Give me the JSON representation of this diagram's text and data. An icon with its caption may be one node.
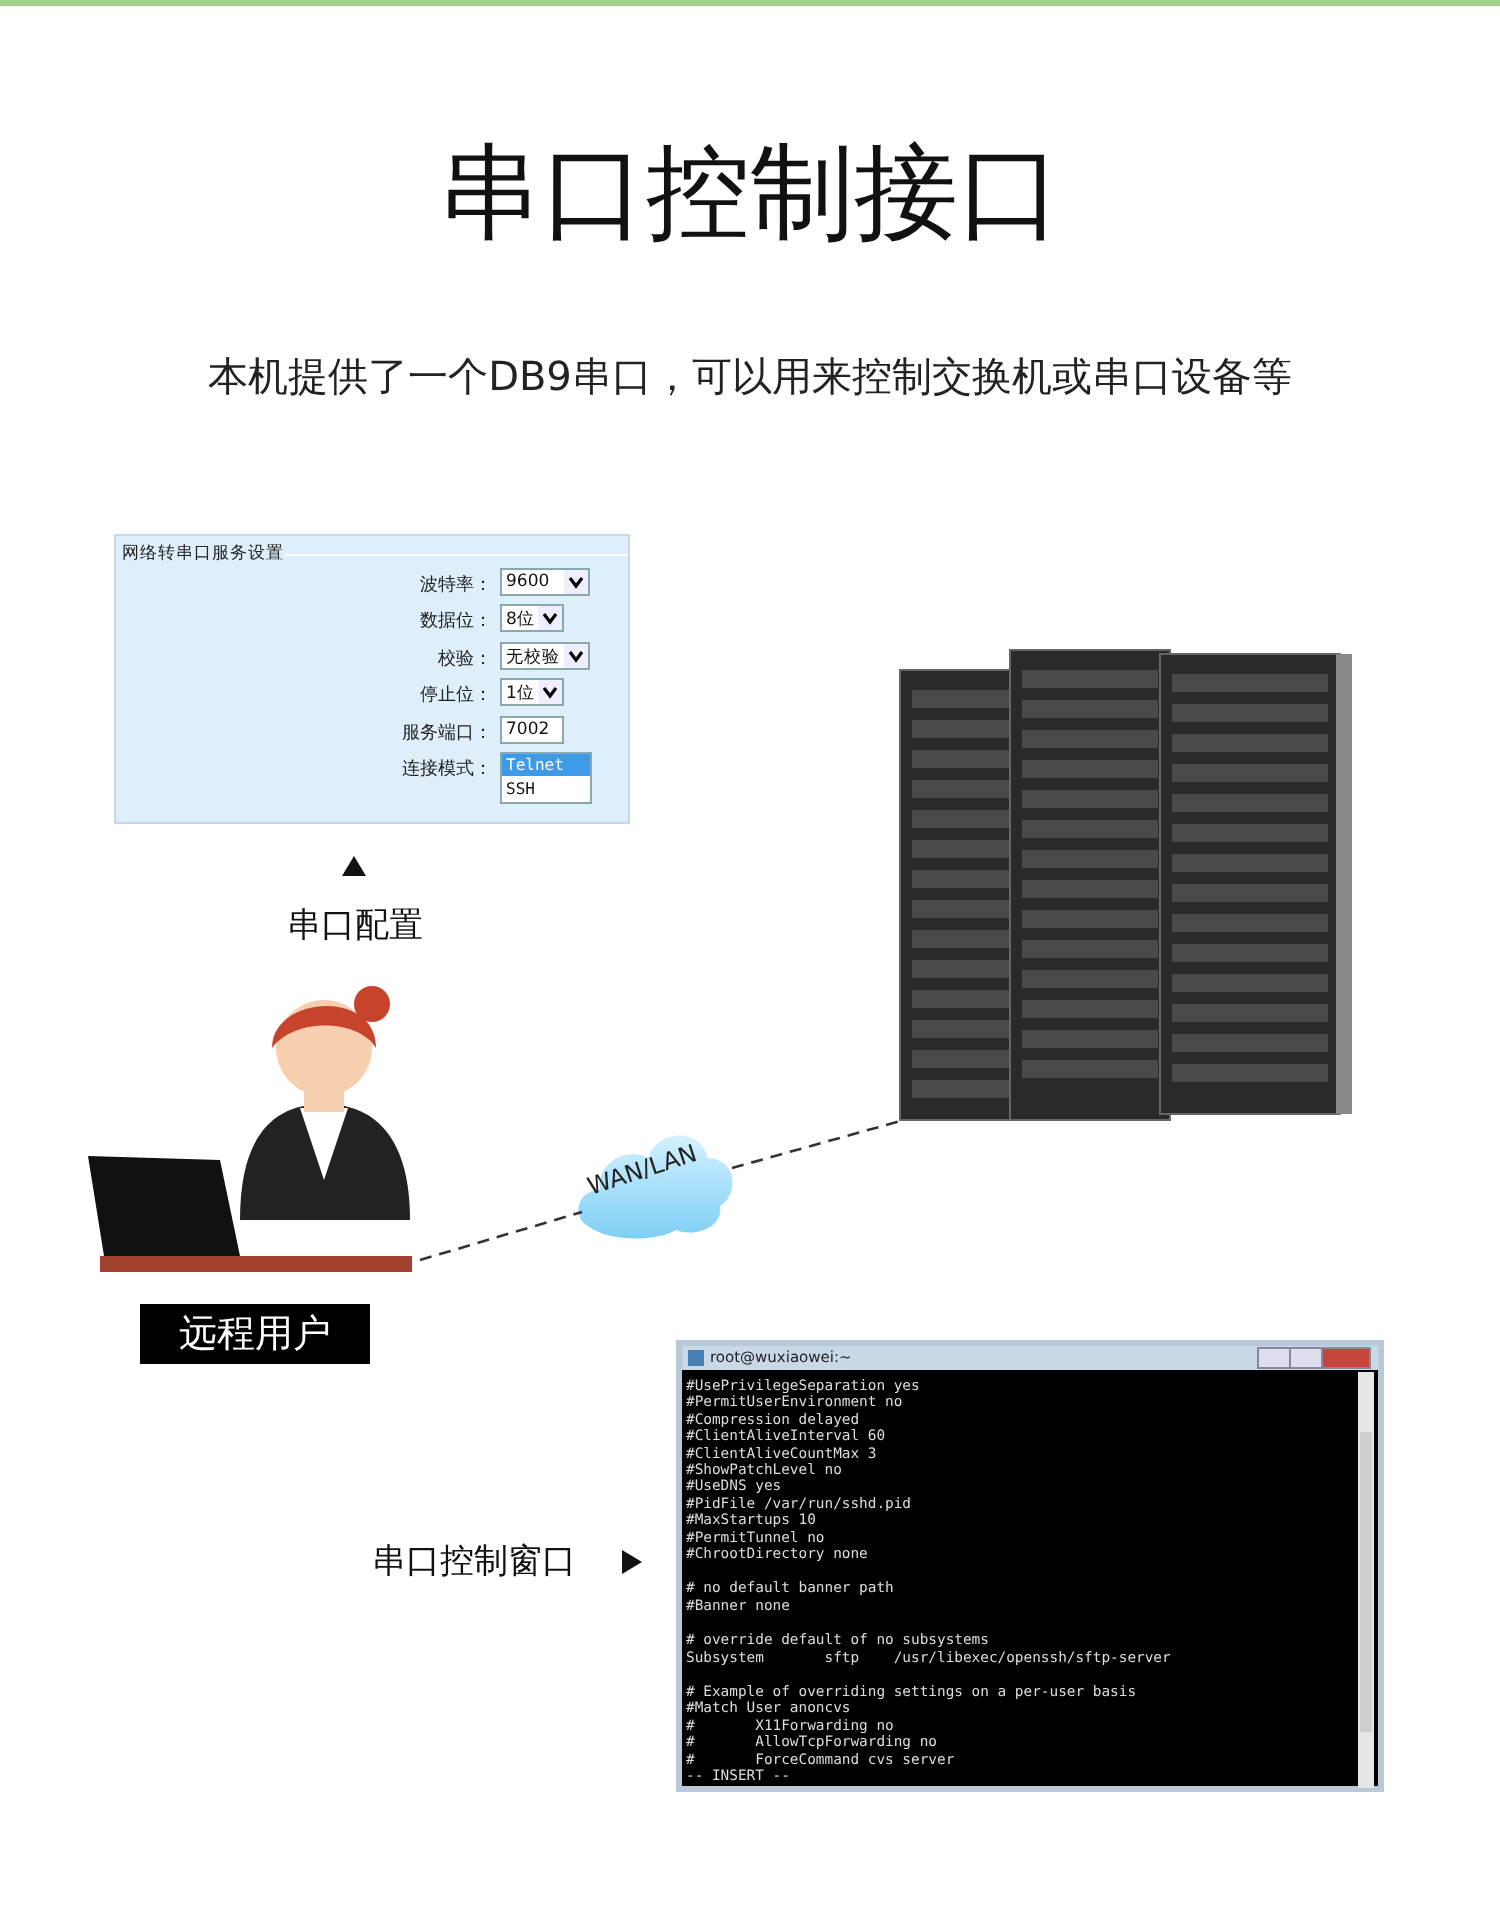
{
  "diagram": {
    "title": "串口控制接口",
    "nodes": [
      {
        "text": [
          "网络转串口服务设置",
          "波特率：",
          "9600",
          "数据位：",
          "8位",
          "校验：",
          "无校验",
          "停止位：",
          "1位",
          "服务端口：",
          "7002",
          "连接模式：",
          "Telnet",
          "SSH"
        ]
      },
      {
        "text": [],
        "shape": "person",
        "beside": [
          "远程用户"
        ]
      },
      {
        "text": [
          "WAN/LAN"
        ]
      },
      {
        "text": [],
        "shape": "picture"
      },
      {
        "text": [
          "root@wuxiaowei:~",
          "#UsePrivilegeSeparation yes",
          "#PermitUserEnvironment no",
          "#Compression delayed",
          "#ClientAliveInterval 60",
          "#ClientAliveCountMax 3",
          "#ShowPatchLevel no",
          "#UseDNS yes",
          "#PidFile /var/run/sshd.pid",
          "#MaxStartups 10",
          "#PermitTunnel no",
          "#ChrootDirectory none",
          "# no default banner path",
          "#Banner none",
          "# override default of no subsystems",
          "Subsystem       sftp    /usr/libexec/openssh/sftp-server",
          "# Example of overriding settings on a per-user basis",
          "#Match User anoncvs",
          "#       X11Forwarding no",
          "#       AllowTcpForwarding no",
          "#       ForceCommand cvs server",
          "-- INSERT --"
        ],
        "beside": [
          "串口控制窗口"
        ]
      }
    ],
    "edges": [
      {
        "from": 1,
        "to": 2,
        "arrow": "none",
        "style": "dashed"
      },
      {
        "from": 2,
        "to": 3,
        "arrow": "none",
        "style": "dashed"
      }
    ],
    "labels": [
      "本机提供了一个DB9串口，可以用来控制交换机或串口设备等",
      "串口配置"
    ]
  }
}
